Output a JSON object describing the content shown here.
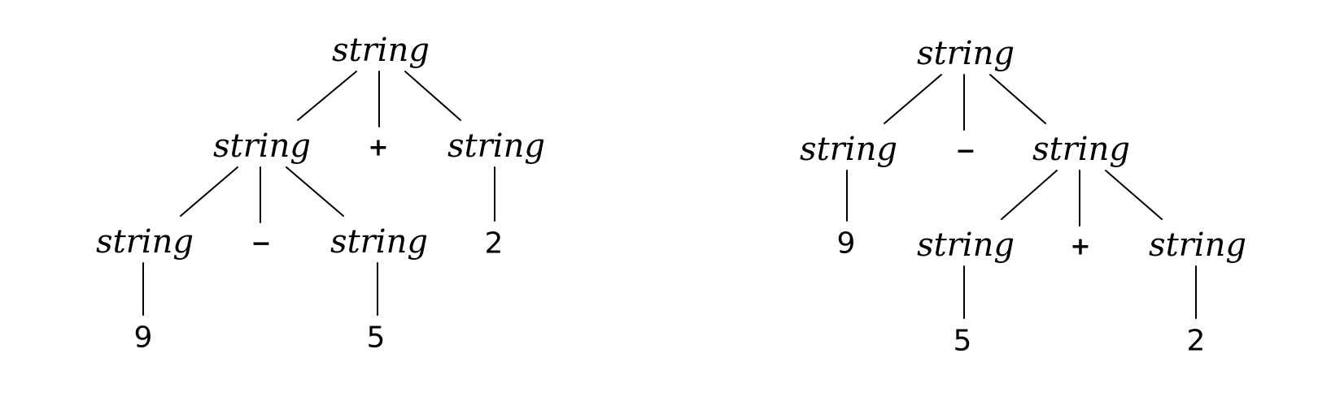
{
  "trees": [
    {
      "nodes": [
        {
          "id": "root",
          "label": "string",
          "kind": "nonterminal"
        },
        {
          "id": "left",
          "label": "string",
          "kind": "nonterminal"
        },
        {
          "id": "plus",
          "label": "+",
          "kind": "operator"
        },
        {
          "id": "right",
          "label": "string",
          "kind": "nonterminal"
        },
        {
          "id": "ll",
          "label": "string",
          "kind": "nonterminal"
        },
        {
          "id": "minus",
          "label": "−",
          "kind": "operator"
        },
        {
          "id": "lr",
          "label": "string",
          "kind": "nonterminal"
        },
        {
          "id": "two",
          "label": "2",
          "kind": "terminal"
        },
        {
          "id": "nine",
          "label": "9",
          "kind": "terminal"
        },
        {
          "id": "five",
          "label": "5",
          "kind": "terminal"
        }
      ],
      "edges": [
        [
          "root",
          "left"
        ],
        [
          "root",
          "plus"
        ],
        [
          "root",
          "right"
        ],
        [
          "left",
          "ll"
        ],
        [
          "left",
          "minus"
        ],
        [
          "left",
          "lr"
        ],
        [
          "right",
          "two"
        ],
        [
          "ll",
          "nine"
        ],
        [
          "lr",
          "five"
        ]
      ]
    },
    {
      "nodes": [
        {
          "id": "root",
          "label": "string",
          "kind": "nonterminal"
        },
        {
          "id": "left",
          "label": "string",
          "kind": "nonterminal"
        },
        {
          "id": "minus",
          "label": "−",
          "kind": "operator"
        },
        {
          "id": "right",
          "label": "string",
          "kind": "nonterminal"
        },
        {
          "id": "nine",
          "label": "9",
          "kind": "terminal"
        },
        {
          "id": "rl",
          "label": "string",
          "kind": "nonterminal"
        },
        {
          "id": "plus",
          "label": "+",
          "kind": "operator"
        },
        {
          "id": "rr",
          "label": "string",
          "kind": "nonterminal"
        },
        {
          "id": "five",
          "label": "5",
          "kind": "terminal"
        },
        {
          "id": "two",
          "label": "2",
          "kind": "terminal"
        }
      ],
      "edges": [
        [
          "root",
          "left"
        ],
        [
          "root",
          "minus"
        ],
        [
          "root",
          "right"
        ],
        [
          "left",
          "nine"
        ],
        [
          "right",
          "rl"
        ],
        [
          "right",
          "plus"
        ],
        [
          "right",
          "rr"
        ],
        [
          "rl",
          "five"
        ],
        [
          "rr",
          "two"
        ]
      ]
    }
  ]
}
